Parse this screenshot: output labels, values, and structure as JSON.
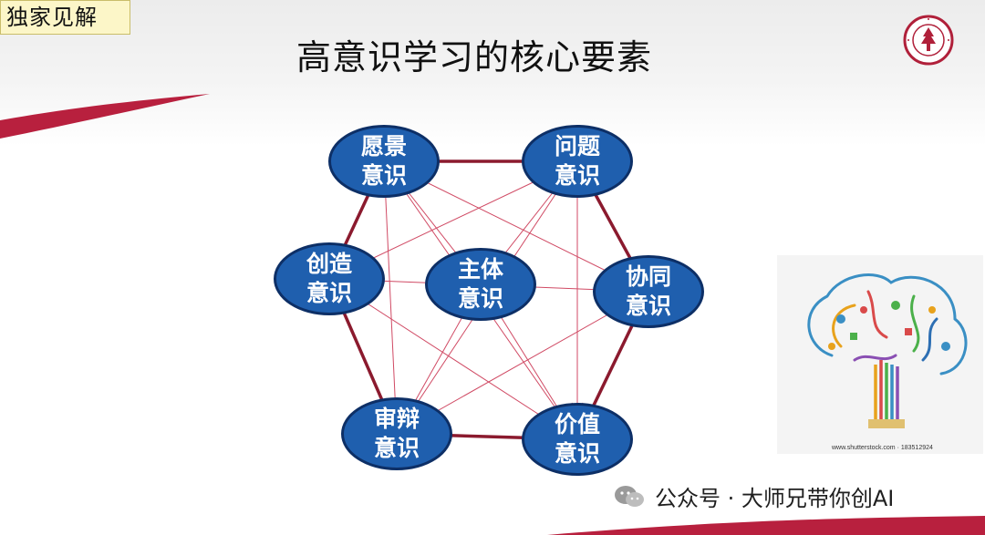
{
  "tag": "独家见解",
  "title": "高意识学习的核心要素",
  "nodes": {
    "vision": "愿景意识",
    "problem": "问题意识",
    "create": "创造意识",
    "subject": "主体意识",
    "collab": "协同意识",
    "critical": "审辩意识",
    "value": "价值意识"
  },
  "image_caption": "www.shutterstock.com · 183512924",
  "watermark": "公众号 · 大师兄带你创AI",
  "colors": {
    "node_fill": "#1f5fae",
    "node_border": "#0d2f66",
    "hexagon": "#8b1a2e",
    "thin_lines": "#d04a64",
    "accent": "#b0203a"
  }
}
